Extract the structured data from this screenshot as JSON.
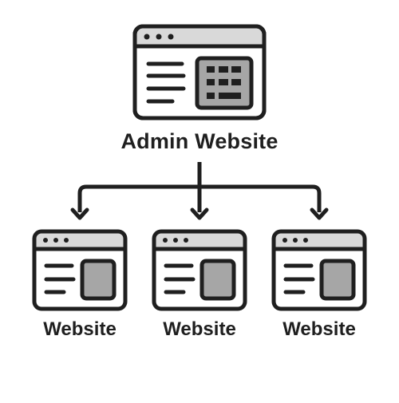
{
  "diagram": {
    "root": {
      "label": "Admin Website",
      "icon": "admin-browser-window-icon"
    },
    "children": [
      {
        "label": "Website",
        "icon": "browser-window-icon"
      },
      {
        "label": "Website",
        "icon": "browser-window-icon"
      },
      {
        "label": "Website",
        "icon": "browser-window-icon"
      }
    ],
    "colors": {
      "stroke": "#1f1f1f",
      "titlebar": "#d9d9d9",
      "panel": "#a6a6a6",
      "background": "#ffffff"
    }
  }
}
